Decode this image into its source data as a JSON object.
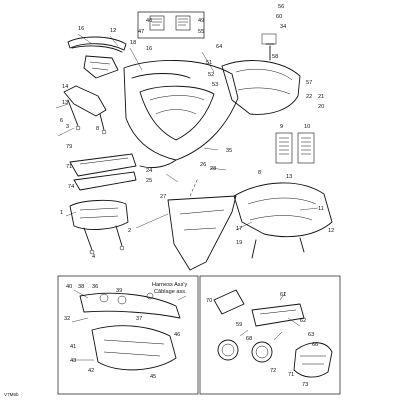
{
  "harness_label": {
    "line1": "Harness Ass'y",
    "line2": "Câblage ass."
  },
  "figure_code": "V7M6b",
  "callouts": [
    {
      "text": "48"
    },
    {
      "text": "49"
    },
    {
      "text": "47"
    },
    {
      "text": "55"
    },
    {
      "text": "56"
    },
    {
      "text": "16"
    },
    {
      "text": "12"
    },
    {
      "text": "18"
    },
    {
      "text": "16"
    },
    {
      "text": "64"
    },
    {
      "text": "60"
    },
    {
      "text": "34"
    },
    {
      "text": "58"
    },
    {
      "text": "14"
    },
    {
      "text": "13"
    },
    {
      "text": "3"
    },
    {
      "text": "6"
    },
    {
      "text": "8"
    },
    {
      "text": "51"
    },
    {
      "text": "52"
    },
    {
      "text": "53"
    },
    {
      "text": "57"
    },
    {
      "text": "22"
    },
    {
      "text": "21"
    },
    {
      "text": "20"
    },
    {
      "text": "26"
    },
    {
      "text": "35"
    },
    {
      "text": "79"
    },
    {
      "text": "71"
    },
    {
      "text": "74"
    },
    {
      "text": "1"
    },
    {
      "text": "2"
    },
    {
      "text": "4"
    },
    {
      "text": "24"
    },
    {
      "text": "25"
    },
    {
      "text": "27"
    },
    {
      "text": "28"
    },
    {
      "text": "9"
    },
    {
      "text": "10"
    },
    {
      "text": "8"
    },
    {
      "text": "13"
    },
    {
      "text": "11"
    },
    {
      "text": "12"
    },
    {
      "text": "17"
    },
    {
      "text": "19"
    },
    {
      "text": "40"
    },
    {
      "text": "38"
    },
    {
      "text": "36"
    },
    {
      "text": "39"
    },
    {
      "text": "32"
    },
    {
      "text": "37"
    },
    {
      "text": "41"
    },
    {
      "text": "42"
    },
    {
      "text": "43"
    },
    {
      "text": "45"
    },
    {
      "text": "46"
    },
    {
      "text": "59"
    },
    {
      "text": "61"
    },
    {
      "text": "62"
    },
    {
      "text": "63"
    },
    {
      "text": "66"
    },
    {
      "text": "68"
    },
    {
      "text": "70"
    },
    {
      "text": "71"
    },
    {
      "text": "72"
    },
    {
      "text": "73"
    }
  ]
}
